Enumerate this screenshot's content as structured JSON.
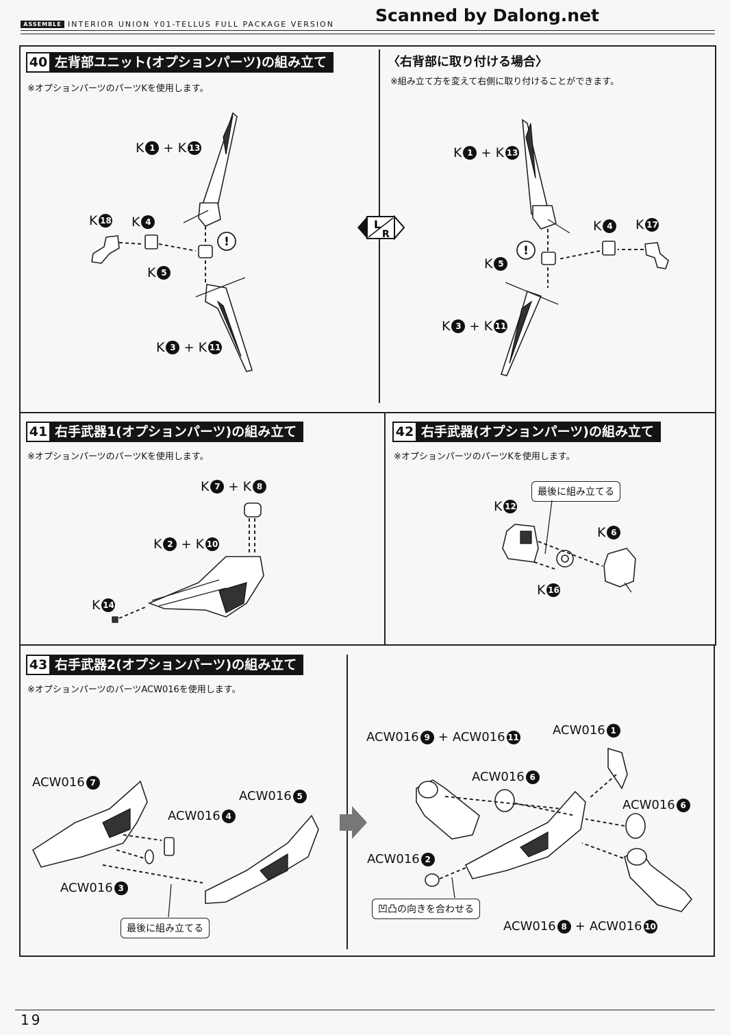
{
  "header": {
    "tag": "ASSEMBLE",
    "title": "INTERIOR UNION Y01-TELLUS FULL PACKAGE VERSION",
    "watermark": "Scanned by Dalong.net"
  },
  "page_number": "19",
  "steps": {
    "s40": {
      "number": "40",
      "title": "左背部ユニット(オプションパーツ)の組み立て",
      "note": "※オプションパーツのパーツKを使用します。",
      "labels": {
        "k1_k13": [
          "K",
          "1",
          "K",
          "13"
        ],
        "k18": [
          "K",
          "18"
        ],
        "k4": [
          "K",
          "4"
        ],
        "k5": [
          "K",
          "5"
        ],
        "k3_k11": [
          "K",
          "3",
          "K",
          "11"
        ]
      },
      "alt_title": "〈右背部に取り付ける場合〉",
      "alt_note": "※組み立て方を変えて右側に取り付けることができます。",
      "alt_labels": {
        "k1_k13": [
          "K",
          "1",
          "K",
          "13"
        ],
        "k4": [
          "K",
          "4"
        ],
        "k17": [
          "K",
          "17"
        ],
        "k5": [
          "K",
          "5"
        ],
        "k3_k11": [
          "K",
          "3",
          "K",
          "11"
        ]
      },
      "lr_icon": {
        "l": "L",
        "r": "R"
      },
      "attention": "!"
    },
    "s41": {
      "number": "41",
      "title": "右手武器1(オプションパーツ)の組み立て",
      "note": "※オプションパーツのパーツKを使用します。",
      "labels": {
        "k7_k8": [
          "K",
          "7",
          "K",
          "8"
        ],
        "k2_k10": [
          "K",
          "2",
          "K",
          "10"
        ],
        "k14": [
          "K",
          "14"
        ]
      }
    },
    "s42": {
      "number": "42",
      "title": "右手武器(オプションパーツ)の組み立て",
      "note": "※オプションパーツのパーツKを使用します。",
      "callout": "最後に組み立てる",
      "labels": {
        "k12": [
          "K",
          "12"
        ],
        "k6": [
          "K",
          "6"
        ],
        "k16": [
          "K",
          "16"
        ]
      }
    },
    "s43": {
      "number": "43",
      "title": "右手武器2(オプションパーツ)の組み立て",
      "note": "※オプションパーツのパーツACW016を使用します。",
      "labels": {
        "a7": [
          "ACW016",
          "7"
        ],
        "a4": [
          "ACW016",
          "4"
        ],
        "a5": [
          "ACW016",
          "5"
        ],
        "a3": [
          "ACW016",
          "3"
        ],
        "a9_a11": [
          "ACW016",
          "9",
          "ACW016",
          "11"
        ],
        "a1": [
          "ACW016",
          "1"
        ],
        "a6a": [
          "ACW016",
          "6"
        ],
        "a6b": [
          "ACW016",
          "6"
        ],
        "a2": [
          "ACW016",
          "2"
        ],
        "a8_a10": [
          "ACW016",
          "8",
          "ACW016",
          "10"
        ]
      },
      "callout_left": "最後に組み立てる",
      "callout_right": "凹凸の向きを合わせる"
    }
  }
}
